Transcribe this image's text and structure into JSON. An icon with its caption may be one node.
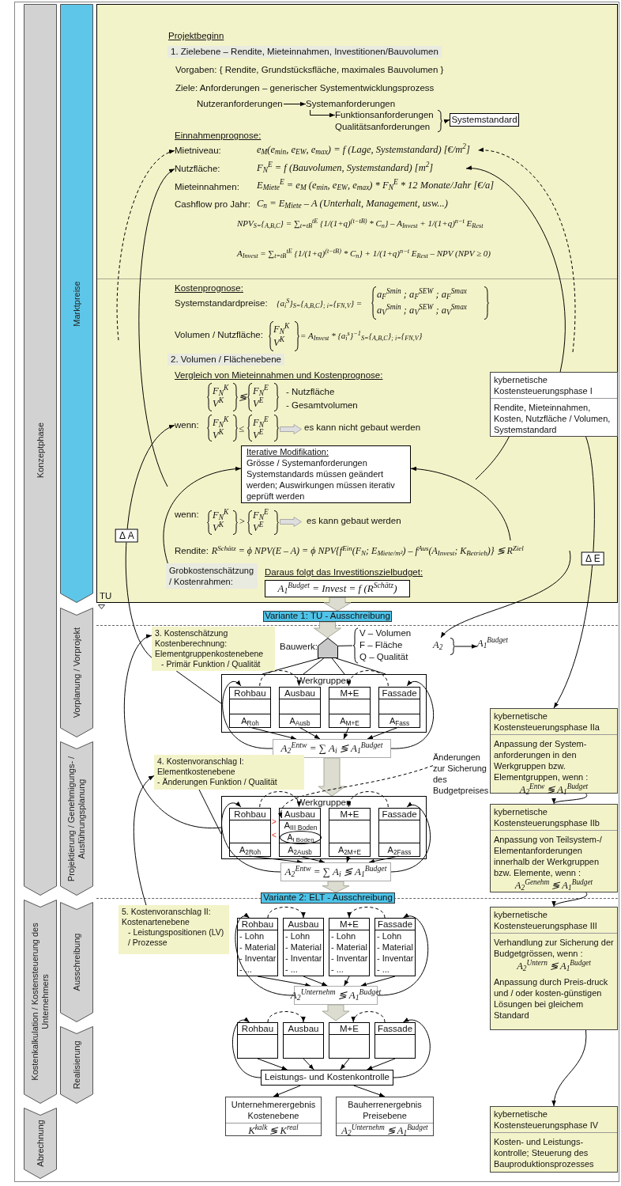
{
  "diagram": {
    "nodes": [
      {
        "text": [
          "Konzeptphase"
        ]
      },
      {
        "text": [
          "Kostenkalkulation / Kostensteuerung des Unternehmers"
        ]
      },
      {
        "text": [
          "Abrechnung"
        ]
      },
      {
        "text": [
          "Marktpreise"
        ]
      },
      {
        "text": [
          "Vorplanung / Vorprojekt"
        ]
      },
      {
        "text": [
          "Projektierung / Genehmigungs- / Ausführungsplanung"
        ]
      },
      {
        "text": [
          "Ausschreibung"
        ]
      },
      {
        "text": [
          "Realisierung"
        ]
      },
      {
        "text": [
          "Nutzeranforderungen"
        ]
      },
      {
        "text": [
          "Systemanforderungen"
        ]
      },
      {
        "text": [
          "Funktionsanforderungen",
          "Qualitätsanforderungen"
        ]
      },
      {
        "text": [
          "Systemstandard"
        ]
      },
      {
        "text": [
          "Mietniveau:"
        ]
      },
      {
        "text": [
          "Nutzfläche:"
        ]
      },
      {
        "text": [
          "e$_{M}$(e$_{min}$, e$_{EW}$, e$_{max}$) = f (Lage, Systemstandard)   [€/m$^{2}$]"
        ]
      },
      {
        "text": [
          "F$_{N}$$^{E}$ = f (Bauvolumen, Systemstandard)   [m$^{2}$]"
        ]
      },
      {
        "text": [
          "kybernetische Kostensteuerungsphase I",
          "Rendite, Mieteinnahmen, Kosten, Nutzfläche / Volumen, Systemstandard"
        ]
      },
      {
        "text": [
          "wenn:"
        ]
      },
      {
        "text": [
          "Iterative Modifikation:",
          "Grösse / Systemanforderungen Systemstandards müssen geändert werden; Auswirkungen müssen iterativ geprüft werden"
        ]
      },
      {
        "text": [
          "Rendite:",
          "R$^{Schätz}$ = ϕ NPV(E – A) = ϕ NPV{f$^{Ein}$(F$_{N}$; E$_{Miete/m²}$) – f$^{Aus}$(A$_{Invest}$; K$_{Betrieb}$)} ≶ R$^{Ziel}$"
        ]
      },
      {
        "text": [
          "Grobkostenschätzung / Kostenrahmen:"
        ]
      },
      {
        "text": [
          "A$_{1}$$^{Budget}$ = Invest = f (R$^{Schätz}$)"
        ]
      },
      {
        "text": [
          "Variante 1: TU - Ausschreibung"
        ]
      },
      {
        "text": [
          "3. Kostenschätzung Kostenberechnung:",
          "Elementgruppenkostenebene",
          "- Primär Funktion / Qualität"
        ]
      },
      {
        "text": [],
        "shape": "pentagon",
        "beside": [
          "Bauwerk:"
        ]
      },
      {
        "text": [
          "V – Volumen",
          "F – Fläche",
          "Q – Qualität"
        ]
      },
      {
        "text": [
          "A$_{2}$"
        ]
      },
      {
        "text": [
          "A$_{1}$$^{Budget}$"
        ]
      },
      {
        "text": [
          "Werkgruppen"
        ]
      },
      {
        "text": [
          "Rohbau",
          "A$_{Roh}$"
        ],
        "in": 28
      },
      {
        "text": [
          "Ausbau",
          "A$_{Ausb}$"
        ],
        "in": 28
      },
      {
        "text": [
          "M+E",
          "A$_{M+E}$"
        ],
        "in": 28
      },
      {
        "text": [
          "Fassade",
          "A$_{Fass}$"
        ],
        "in": 28
      },
      {
        "text": [
          "A$_{2}$$^{Entw}$ = ∑ A$_{i}$ ≶ A$_{1}$$^{Budget}$"
        ]
      },
      {
        "text": [
          "kybernetische Kostensteuerungsphase IIa",
          "Anpassung der System-anforderungen in den Werkgruppen bzw. Elementgruppen, wenn :",
          "A$_{2}$$^{Entw}$ ≶ A$_{1}$$^{Budget}$"
        ]
      },
      {
        "text": [
          "4. Kostenvoranschlag I:",
          "Elementkostenebene",
          "- Änderungen Funktion / Qualität"
        ]
      },
      {
        "text": [
          "Änderungen zur Sicherung des Budgetpreises"
        ]
      },
      {
        "text": [
          "Werkgruppen"
        ]
      },
      {
        "text": [
          "Rohbau",
          "A$_{2Roh}$"
        ],
        "in": 37
      },
      {
        "text": [
          "Ausbau",
          "A$_{2Ausb}$"
        ],
        "in": 37
      },
      {
        "text": [
          "A$_{III Boden}$"
        ],
        "in": 39
      },
      {
        "text": [
          "A$_{I Boden}$"
        ],
        "in": 39
      },
      {
        "text": [
          "M+E",
          "A$_{2M+E}$"
        ],
        "in": 37
      },
      {
        "text": [
          "Fassade",
          "A$_{2Fass}$"
        ],
        "in": 37
      },
      {
        "text": [
          "A$_{2}$$^{Entw}$ = ∑ A$_{i}$ ≶ A$_{1}$$^{Budget}$"
        ]
      },
      {
        "text": [
          "kybernetische Kostensteuerungsphase IIb",
          "Anpassung von Teilsystem-/ Elementanforderungen innerhalb der Werkgruppen bzw. Elemente, wenn :",
          "A$_{2}$$^{Genehm}$ ≶ A$_{1}$$^{Budget}$"
        ]
      },
      {
        "text": [
          "Variante 2: ELT - Ausschreibung"
        ]
      },
      {
        "text": [
          "5. Kostenvoranschlag II:",
          "Kostenartenebene",
          "- Leistungspositionen (LV) / Prozesse"
        ]
      },
      {
        "text": [
          "Rohbau",
          "- Lohn",
          "- Material",
          "- Inventar",
          "- ..."
        ]
      },
      {
        "text": [
          "Ausbau",
          "- Lohn",
          "- Material",
          "- Inventar",
          "- ..."
        ]
      },
      {
        "text": [
          "M+E",
          "- Lohn",
          "- Material",
          "- Inventar",
          "- ..."
        ]
      },
      {
        "text": [
          "Fassade",
          "- Lohn",
          "- Material",
          "- Inventar",
          "- ..."
        ]
      },
      {
        "text": [
          "A$_{2}$$^{Unternehm}$ ≶ A$_{1}$$^{Budget}$"
        ]
      },
      {
        "text": [
          "kybernetische Kostensteuerungsphase III",
          "Verhandlung zur Sicherung der Budgetgrössen, wenn :",
          "A$_{2}$$^{Untern}$ ≶ A$_{1}$$^{Budget}$",
          "Anpassung durch Preis-druck und / oder kosten-günstigen Lösungen bei gleichem Standard"
        ]
      },
      {
        "text": [
          "Rohbau"
        ]
      },
      {
        "text": [
          "Ausbau"
        ]
      },
      {
        "text": [
          "M+E"
        ]
      },
      {
        "text": [
          "Fassade"
        ]
      },
      {
        "text": [
          "Leistungs- und Kostenkontrolle"
        ]
      },
      {
        "text": [
          "Unternehmerergebnis Kostenebene",
          "K$^{kalk}$ ≶ K$^{real}$"
        ]
      },
      {
        "text": [
          "Bauherrenergebnis Preisebene",
          "A$_{2}$$^{Unternehm}$ ≶ A$_{1}$$^{Budget}$"
        ]
      },
      {
        "text": [
          "kybernetische Kostensteuerungsphase IV",
          "Kosten- und Leistungs-kontrolle; Steuerung des Bauproduktionsprozesses"
        ]
      }
    ],
    "edges": [
      {
        "from": 8,
        "to": 9,
        "arrow": "to"
      },
      {
        "from": 9,
        "to": 10,
        "arrow": "to"
      },
      {
        "from": 10,
        "to": 11,
        "arrow": "to"
      },
      {
        "from": null,
        "to": 12,
        "arrow": "to",
        "style": "dashed"
      },
      {
        "from": null,
        "to": 13,
        "arrow": "to"
      },
      {
        "from": 16,
        "to": 15,
        "arrow": "to"
      },
      {
        "from": null,
        "to": 14,
        "arrow": "to",
        "style": "dashed"
      },
      {
        "from": 20,
        "to": 18,
        "arrow": "to"
      },
      {
        "from": 19,
        "to": 18,
        "arrow": "to"
      },
      {
        "from": 16,
        "to": 34,
        "arrow": "to",
        "label": "Δ E"
      },
      {
        "from": 23,
        "to": 17,
        "arrow": "to",
        "label": "Δ A"
      },
      {
        "from": 19,
        "to": 26,
        "arrow": "to"
      },
      {
        "from": 21,
        "to": 22,
        "arrow": "to",
        "style": "thick",
        "color": "#dcdcd0"
      },
      {
        "from": 22,
        "to": 24,
        "arrow": "to",
        "style": "thick",
        "color": "#dcdcd0"
      },
      {
        "from": 24,
        "to": 28,
        "arrow": "none"
      },
      {
        "from": 24,
        "to": 28,
        "arrow": "none"
      },
      {
        "from": 24,
        "to": 28,
        "arrow": "none"
      },
      {
        "from": 24,
        "to": 28,
        "arrow": "none"
      },
      {
        "from": 24,
        "to": 25,
        "arrow": "none"
      },
      {
        "from": 26,
        "to": 27,
        "arrow": "to"
      },
      {
        "from": 29,
        "to": 30,
        "arrow": "to",
        "style": "dashed"
      },
      {
        "from": 32,
        "to": 31,
        "arrow": "to",
        "style": "dashed"
      },
      {
        "from": 33,
        "to": 29,
        "arrow": "to"
      },
      {
        "from": 33,
        "to": 32,
        "arrow": "to"
      },
      {
        "from": 29,
        "to": 33,
        "arrow": "to"
      },
      {
        "from": 30,
        "to": 33,
        "arrow": "to"
      },
      {
        "from": 31,
        "to": 33,
        "arrow": "to"
      },
      {
        "from": 32,
        "to": 33,
        "arrow": "to"
      },
      {
        "from": 23,
        "to": 28,
        "arrow": "none"
      },
      {
        "from": 33,
        "to": 37,
        "arrow": "to",
        "style": "thick",
        "color": "#dcdcd0"
      },
      {
        "from": 37,
        "to": 23,
        "arrow": "to"
      },
      {
        "from": 47,
        "to": 35,
        "arrow": "to"
      },
      {
        "from": 35,
        "to": 37,
        "arrow": "none"
      },
      {
        "from": 36,
        "to": 40,
        "arrow": "to",
        "style": "dashed"
      },
      {
        "from": 38,
        "to": 39,
        "arrow": "to",
        "style": "dashed"
      },
      {
        "from": 43,
        "to": 42,
        "arrow": "to",
        "style": "dashed"
      },
      {
        "from": 44,
        "to": 38,
        "arrow": "to"
      },
      {
        "from": 44,
        "to": 43,
        "arrow": "to"
      },
      {
        "from": 38,
        "to": 44,
        "arrow": "to"
      },
      {
        "from": 39,
        "to": 44,
        "arrow": "to"
      },
      {
        "from": 42,
        "to": 44,
        "arrow": "to"
      },
      {
        "from": 43,
        "to": 44,
        "arrow": "to"
      },
      {
        "from": 44,
        "to": 46,
        "arrow": "to",
        "style": "thick",
        "color": "#dcdcd0"
      },
      {
        "from": 48,
        "to": 49,
        "arrow": "to",
        "style": "dashed"
      },
      {
        "from": 51,
        "to": 50,
        "arrow": "to",
        "style": "dashed"
      },
      {
        "from": 52,
        "to": 48,
        "arrow": "to"
      },
      {
        "from": 52,
        "to": 51,
        "arrow": "to"
      },
      {
        "from": 48,
        "to": 52,
        "arrow": "to"
      },
      {
        "from": 49,
        "to": 52,
        "arrow": "to"
      },
      {
        "from": 50,
        "to": 52,
        "arrow": "to"
      },
      {
        "from": 51,
        "to": 52,
        "arrow": "to"
      },
      {
        "from": 52,
        "to": null,
        "arrow": "to",
        "style": "thick",
        "color": "#dcdcd0"
      },
      {
        "from": 54,
        "to": 55,
        "arrow": "to",
        "style": "dashed"
      },
      {
        "from": 57,
        "to": 56,
        "arrow": "to",
        "style": "dashed"
      },
      {
        "from": 58,
        "to": 54,
        "arrow": "to"
      },
      {
        "from": 58,
        "to": 57,
        "arrow": "to"
      },
      {
        "from": 54,
        "to": 58,
        "arrow": "to"
      },
      {
        "from": 55,
        "to": 58,
        "arrow": "to"
      },
      {
        "from": 56,
        "to": 58,
        "arrow": "to"
      },
      {
        "from": 57,
        "to": 58,
        "arrow": "to"
      },
      {
        "from": 58,
        "to": 59,
        "arrow": "to"
      },
      {
        "from": 58,
        "to": 60,
        "arrow": "to"
      },
      {
        "from": 34,
        "to": 45,
        "arrow": "to"
      },
      {
        "from": 45,
        "to": 53,
        "arrow": "to"
      },
      {
        "from": 53,
        "to": 61,
        "arrow": "to"
      },
      {
        "from": 16,
        "to": null,
        "arrow": "none"
      }
    ],
    "labels": [
      "Projektbeginn",
      "1. Zielebene – Rendite, Mieteinnahmen, Investitionen/Bauvolumen",
      "Vorgaben:  { Rendite, Grundstücksfläche, maximales Bauvolumen }",
      "Ziele: Anforderungen – generischer Systementwicklungsprozess",
      "Einnahmenprognose:",
      "Mieteinnahmen:",
      "E$_{Miete}$$^{E}$ = e$_{M}$ (e$_{min}$, e$_{EW}$, e$_{max}$) * F$_{N}$$^{E}$ * 12 Monate/Jahr   [€/a]",
      "Cashflow pro Jahr:",
      "C$_{n}$ = E$_{Miete}$ – A (Unterhalt, Management, usw...)",
      "NPV$_{S=}${$_{A,B,C}$} = ∑$_{t=tB}$$^{tE}$ {1/(1+q)$^{(t−tB)}$ * C$_{n}$} – A$_{Invest}$ + 1/(1+q)$^{n−t}$ E$_{Rest}$",
      "A$_{Invest}$ = ∑$_{t=tB}$$^{tE}$ {1/(1+q)$^{(t−tB)}$ * C$_{n}$} + 1/(1+q)$^{n−t}$ E$_{Rest}$ – NPV (NPV ≥ 0)",
      "Kostenprognose:",
      "Systemstandardpreise:",
      "{a$_{i}$$^{S}$}$_{S=}${$_{A,B,C}$}$_{; i=}${$_{FN,V}$} =",
      "a$_{F}$$^{Smin}$ ; a$_{F}$$^{SEW}$ ; a$_{F}$$^{Smax}$",
      "a$_{V}$$^{Smin}$ ; a$_{V}$$^{SEW}$ ; a$_{V}$$^{Smax}$",
      "Volumen / Nutzfläche:",
      "F$_{N}$$^{K}$",
      "V$^{K}$",
      "= A$_{Invest}$ * {a$_{i}$$^{s}$}$^{−1}$$_{S=}${$_{A,B,C}$}$_{; i=}${$_{FN,V}$}",
      "2. Volumen / Flächenebene",
      "Vergleich von Mieteinnahmen und Kostenprognose:",
      "F$_{N}$$^{K}$",
      "V$^{K}$",
      "≶",
      "F$_{N}$$^{E}$",
      "V$^{E}$",
      "- Nutzfläche",
      "- Gesamtvolumen",
      "F$_{N}$$^{K}$",
      "V$^{K}$",
      "≤",
      "F$_{N}$$^{E}$",
      "V$^{E}$",
      "es kann nicht gebaut werden",
      "wenn:",
      "F$_{N}$$^{K}$",
      "V$^{K}$",
      ">",
      "F$_{N}$$^{E}$",
      "V$^{E}$",
      "es kann gebaut werden",
      "Daraus folgt das Investitionszielbudget:",
      "TU",
      ">",
      "<"
    ]
  }
}
